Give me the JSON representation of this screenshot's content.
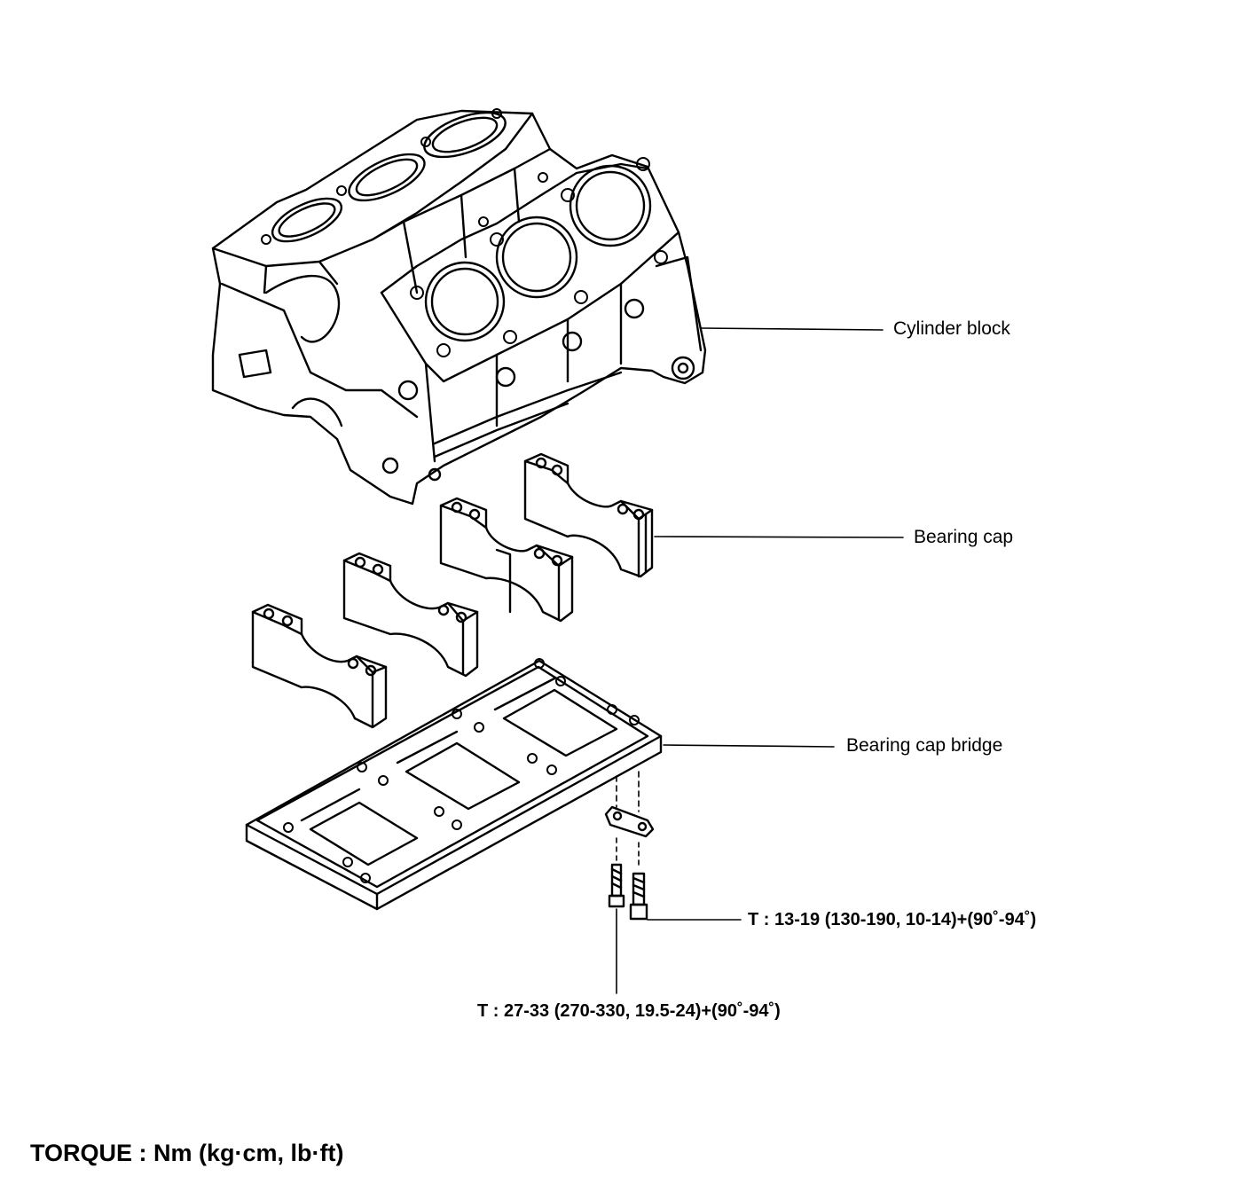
{
  "labels": {
    "cylinder_block": "Cylinder block",
    "bearing_cap": "Bearing cap",
    "bearing_cap_bridge": "Bearing cap bridge",
    "torque_bridge_bolt": "T : 13-19 (130-190, 10-14)+(90˚-94˚)",
    "torque_cap_bolt": "T : 27-33 (270-330, 19.5-24)+(90˚-94˚)"
  },
  "footer": {
    "torque_units": "TORQUE : Nm (kg·cm, lb·ft)"
  },
  "colors": {
    "line": "#000000",
    "background": "#ffffff"
  }
}
